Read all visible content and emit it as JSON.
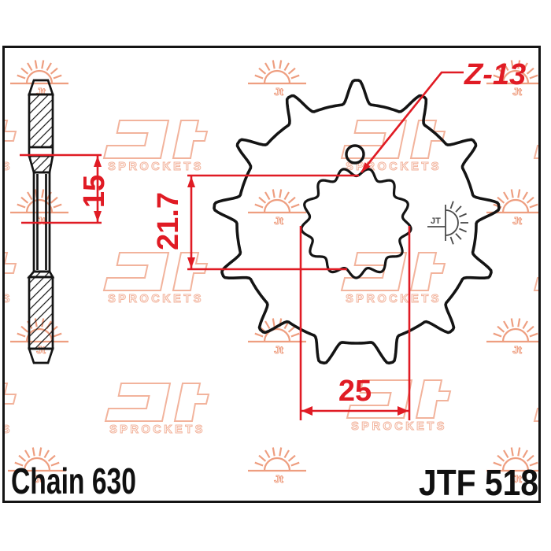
{
  "part": {
    "chain_label": "Chain 630",
    "part_number": "JTF 518"
  },
  "dimensions": {
    "hub_offset": {
      "value": "15"
    },
    "bore_across_flats": {
      "value": "21.7"
    },
    "bore_across_points": {
      "value": "25"
    },
    "teeth": {
      "value": "Z-13"
    }
  },
  "sprocket": {
    "teeth_count": 13,
    "spline_lobes": 13
  },
  "watermark": {
    "logo_text": "JT",
    "logo_subtext": "SPROCKETS",
    "sun_text": "Jt"
  },
  "colors": {
    "dimension_red": "#e01b24",
    "line_black": "#141414",
    "watermark_logo": "#f2b39c",
    "watermark_sun": "#ee9e80",
    "stamp_gray": "#4a4a4a",
    "background": "#ffffff"
  }
}
